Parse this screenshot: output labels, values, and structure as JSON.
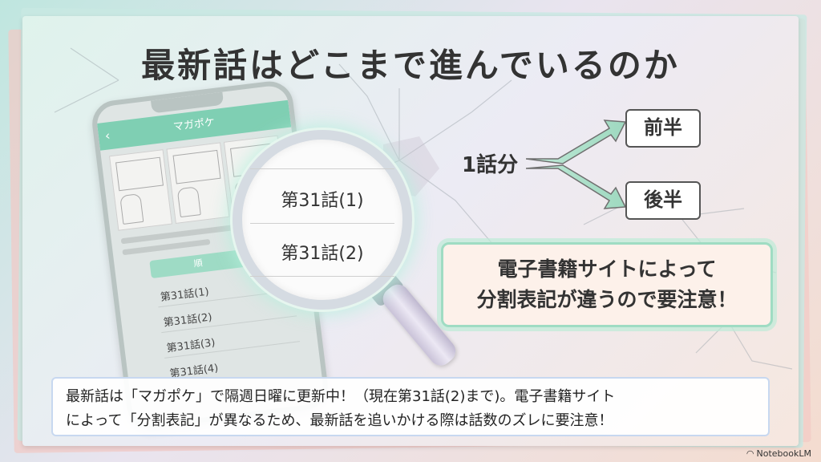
{
  "title": "最新話はどこまで進んでいるのか",
  "phone": {
    "app_title": "マガポケ",
    "button_label": "順",
    "episodes": [
      "第31話(1)",
      "第31話(2)",
      "第31話(3)",
      "第31話(4)"
    ]
  },
  "magnifier": {
    "items": [
      "第31話(1)",
      "第31話(2)"
    ]
  },
  "split": {
    "source": "1話分",
    "first_half": "前半",
    "second_half": "後半"
  },
  "note": {
    "line1": "電子書籍サイトによって",
    "line2": "分割表記が違うので要注意！"
  },
  "caption": {
    "line1": "最新話は「マガポケ」で隔週日曜に更新中！（現在第31話(2)まで)。電子書籍サイト",
    "line2": "によって「分割表記」が異なるため、最新話を追いかける際は話数のズレに要注意！"
  },
  "brand": "NotebookLM",
  "colors": {
    "accent_green": "#7fcfb3",
    "arrow_green": "#a9e3cc",
    "note_border": "#9fdcc3",
    "caption_border": "#c7d8f0"
  },
  "icons": {
    "phone_back": "chevron-left-icon",
    "brand": "notebooklm-logo-icon"
  }
}
